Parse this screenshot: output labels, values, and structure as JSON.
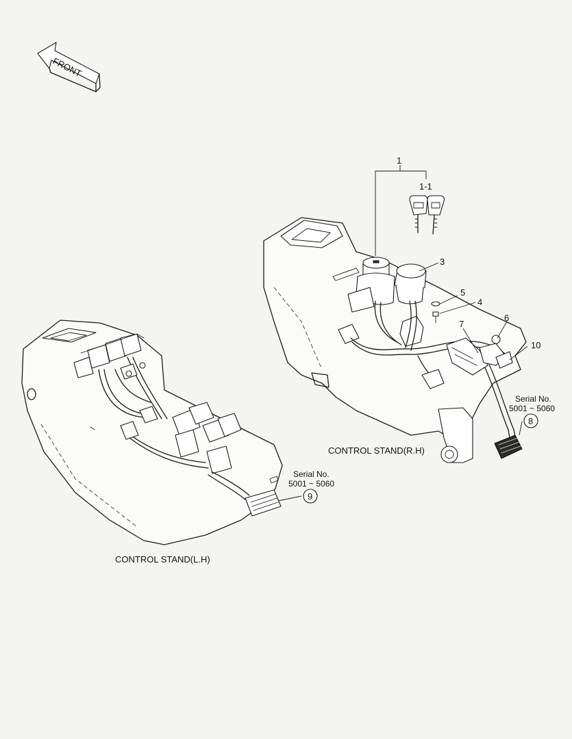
{
  "front_arrow": {
    "label": "FRONT"
  },
  "callouts": {
    "c1": "1",
    "c1_1": "1-1",
    "c3": "3",
    "c4": "4",
    "c5": "5",
    "c6": "6",
    "c7": "7",
    "c8": "8",
    "c9": "9",
    "c10": "10"
  },
  "serial_rh": {
    "line1": "Serial No.",
    "line2": "5001 ~ 5060"
  },
  "serial_lh": {
    "line1": "Serial No.",
    "line2": "5001 ~ 5060"
  },
  "captions": {
    "right": "CONTROL STAND(R.H)",
    "left": "CONTROL STAND(L.H)"
  }
}
